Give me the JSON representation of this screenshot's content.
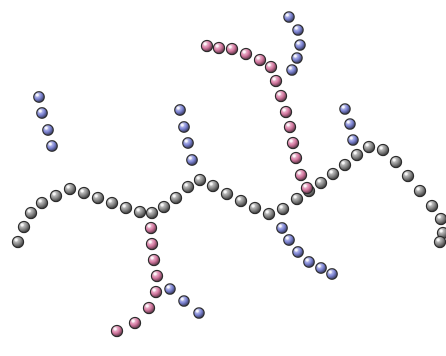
{
  "colors": {
    "background": "#ffffff",
    "backbone": "#8f8f8f",
    "pink": "#d67aa2",
    "blue": "#7f86d6",
    "outline": "#2b2b2b",
    "highlight": "#ffffff"
  },
  "chains": [
    {
      "id": "main-backbone",
      "color": "backbone",
      "beads": 37
    },
    {
      "id": "blue-branch-left",
      "color": "blue",
      "beads": 4
    },
    {
      "id": "blue-branch-center",
      "color": "blue",
      "beads": 4
    },
    {
      "id": "pink-branch-lower",
      "color": "pink",
      "beads": 8
    },
    {
      "id": "blue-branch-lower",
      "color": "blue",
      "beads": 3
    },
    {
      "id": "pink-branch-upper",
      "color": "pink",
      "beads": 14
    },
    {
      "id": "blue-branch-upper",
      "color": "blue",
      "beads": 5
    },
    {
      "id": "blue-branch-right",
      "color": "blue",
      "beads": 3
    },
    {
      "id": "blue-branch-bottom-right",
      "color": "blue",
      "beads": 6
    }
  ]
}
